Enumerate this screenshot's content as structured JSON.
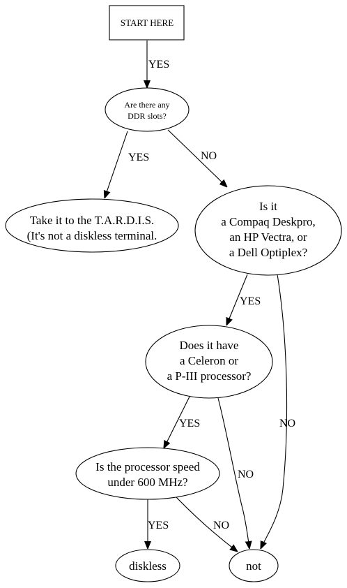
{
  "nodes": {
    "start": {
      "lines": [
        "START HERE"
      ]
    },
    "ddr": {
      "lines": [
        "Are there any",
        "DDR slots?"
      ]
    },
    "tardis": {
      "lines": [
        "Take it to the T.A.R.D.I.S.",
        "(It's not a diskless terminal."
      ]
    },
    "model": {
      "lines": [
        "Is it",
        "a Compaq Deskpro,",
        "an HP Vectra, or",
        "a Dell Optiplex?"
      ]
    },
    "processor": {
      "lines": [
        "Does it have",
        "a Celeron or",
        "a P-III processor?"
      ]
    },
    "speed": {
      "lines": [
        "Is the processor speed",
        "under 600 MHz?"
      ]
    },
    "diskless": {
      "lines": [
        "diskless"
      ]
    },
    "not": {
      "lines": [
        "not"
      ]
    }
  },
  "edges": {
    "start_ddr": "YES",
    "ddr_tardis": "YES",
    "ddr_model": "NO",
    "model_processor": "YES",
    "model_not": "NO",
    "processor_speed": "YES",
    "processor_not": "NO",
    "speed_diskless": "YES",
    "speed_not": "NO"
  }
}
